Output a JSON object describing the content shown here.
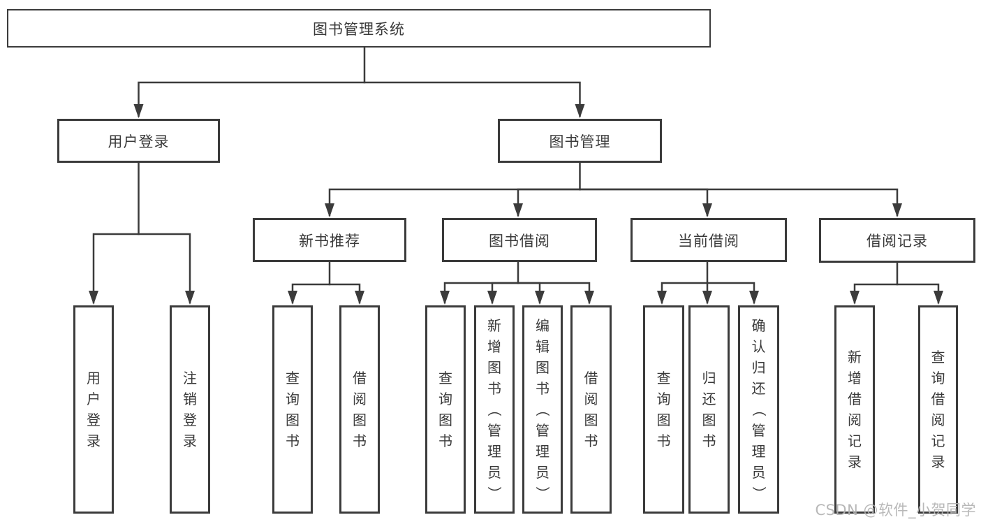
{
  "colors": {
    "line": "#3b3b3b",
    "text": "#3a3a3a",
    "watermark": "#b3b3b3",
    "background": "#ffffff"
  },
  "tree": {
    "root": {
      "label": "图书管理系统"
    },
    "children": [
      {
        "label": "用户登录",
        "children": [
          {
            "label": "用户登录"
          },
          {
            "label": "注销登录"
          }
        ]
      },
      {
        "label": "图书管理",
        "children": [
          {
            "label": "新书推荐",
            "children": [
              {
                "label": "查询图书"
              },
              {
                "label": "借阅图书"
              }
            ]
          },
          {
            "label": "图书借阅",
            "children": [
              {
                "label": "查询图书"
              },
              {
                "label": "新增图书（管理员）"
              },
              {
                "label": "编辑图书（管理员）"
              },
              {
                "label": "借阅图书"
              }
            ]
          },
          {
            "label": "当前借阅",
            "children": [
              {
                "label": "查询图书"
              },
              {
                "label": "归还图书"
              },
              {
                "label": "确认归还（管理员）"
              }
            ]
          },
          {
            "label": "借阅记录",
            "children": [
              {
                "label": "新增借阅记录"
              },
              {
                "label": "查询借阅记录"
              }
            ]
          }
        ]
      }
    ]
  },
  "watermark": {
    "text": "CSDN @软件_小贺同学"
  }
}
